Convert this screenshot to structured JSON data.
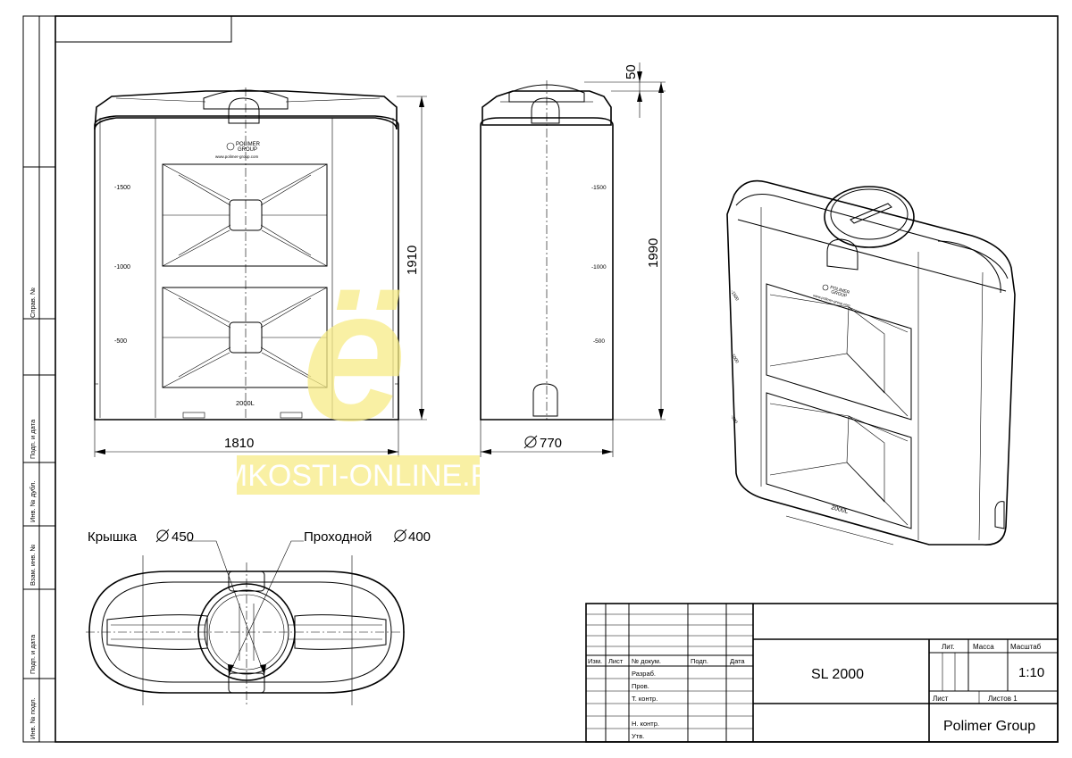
{
  "title_block": {
    "name": "SL 2000",
    "company": "Polimer Group",
    "lit_header": "Лит.",
    "mass_header": "Масса",
    "scale_header": "Масштаб",
    "scale_value": "1:10",
    "sheet_label": "Лист",
    "sheets_label": "Листов 1",
    "col_headers": [
      "Изм.",
      "Лист",
      "№ докум.",
      "Подп.",
      "Дата"
    ],
    "roles": [
      "Разраб.",
      "Пров.",
      "Т. контр.",
      "Н. контр.",
      "Утв."
    ]
  },
  "side_labels": [
    "Справ. №",
    "Подп. и дата",
    "Инв. № дубл.",
    "Взам. инв. №",
    "Подп. и дата",
    "Инв. № подл."
  ],
  "front_view": {
    "width_dim": "1810",
    "height_dim": "1910",
    "level_marks": [
      "-1500",
      "-1000",
      "-500"
    ],
    "volume_label": "2000L"
  },
  "side_view": {
    "height_dim": "1990",
    "top_dim": "50",
    "diameter_dim": "770",
    "level_marks": [
      "-1500",
      "-1000",
      "-500"
    ]
  },
  "top_view": {
    "lid_label": "Крышка",
    "lid_dim": "450",
    "hatch_label": "Проходной",
    "hatch_dim": "400"
  },
  "logo": {
    "brand_line1": "POLIMER",
    "brand_line2": "GROUP",
    "website": "www.polimer-group.com"
  },
  "iso_view": {
    "level_marks": [
      "-1500",
      "-1000",
      "-500"
    ],
    "volume_label": "2000L"
  },
  "watermark": {
    "text": "EMKOSTI-ONLINE.RU",
    "color": "#f5e44a"
  }
}
